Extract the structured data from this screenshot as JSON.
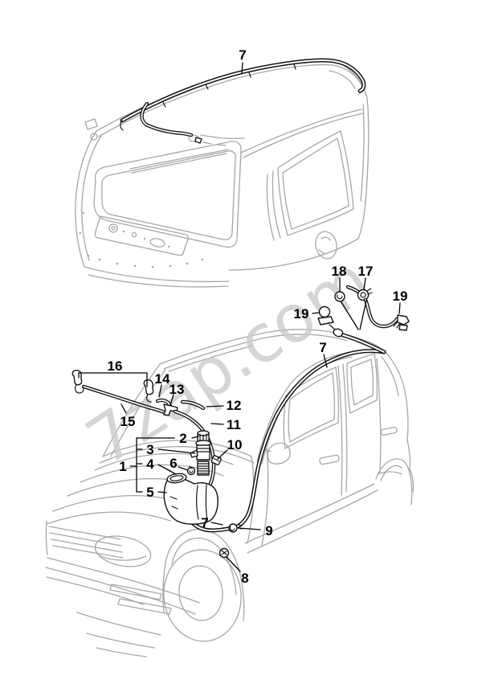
{
  "watermark": {
    "text": "7zap.com",
    "color": "#cbcbcb"
  },
  "colors": {
    "background": "#ffffff",
    "car_outline": "#a6a6a6",
    "part_lines": "#141414",
    "labels": "#000000"
  },
  "diagram": {
    "type": "exploded-parts-diagram",
    "callouts": [
      {
        "id": "roof-hose-rear",
        "label": "7"
      },
      {
        "id": "grommet-rear",
        "label": "18"
      },
      {
        "id": "hose-with-clamp",
        "label": "17"
      },
      {
        "id": "nozzle-right",
        "label": "19"
      },
      {
        "id": "nozzle-left",
        "label": "19"
      },
      {
        "id": "roof-hose-side",
        "label": "7"
      },
      {
        "id": "nozzle-pair-bracket",
        "label": "16"
      },
      {
        "id": "nozzle-elbow",
        "label": "14"
      },
      {
        "id": "t-connector",
        "label": "13"
      },
      {
        "id": "hose-short",
        "label": "12"
      },
      {
        "id": "hose-front",
        "label": "15"
      },
      {
        "id": "hose-to-pump",
        "label": "11"
      },
      {
        "id": "pump-cap",
        "label": "2"
      },
      {
        "id": "washer-pump",
        "label": "3"
      },
      {
        "id": "hose-clip",
        "label": "10"
      },
      {
        "id": "reservoir-assembly",
        "label": "1"
      },
      {
        "id": "filler-cap",
        "label": "4"
      },
      {
        "id": "grommet-seal",
        "label": "6"
      },
      {
        "id": "reservoir",
        "label": "5"
      },
      {
        "id": "supply-hose",
        "label": "7"
      },
      {
        "id": "grommet-mid",
        "label": "9"
      },
      {
        "id": "grommet-wheelarch",
        "label": "8"
      }
    ]
  }
}
